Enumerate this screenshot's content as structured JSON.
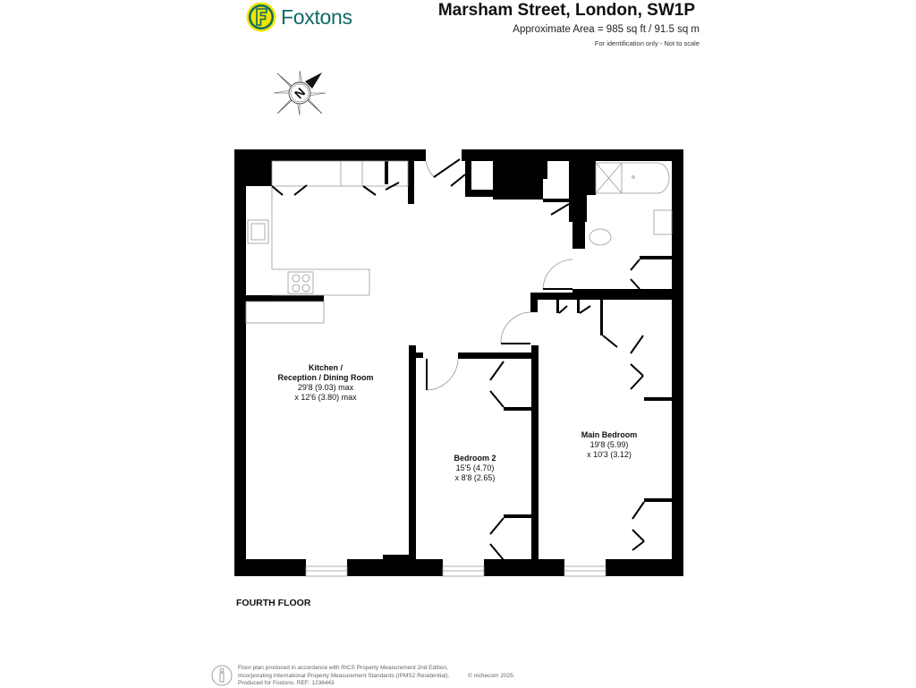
{
  "brand": {
    "logo_letter": "F",
    "name": "Foxtons",
    "colors": {
      "teal": "#0f6a63",
      "yellow": "#f2e500"
    }
  },
  "header": {
    "title": "Marsham Street, London, SW1P",
    "area": "Approximate Area = 985 sq ft / 91.5 sq m",
    "disclaimer": "For identification only - Not to scale"
  },
  "compass": {
    "label": "N",
    "icon": "compass-north-icon"
  },
  "rooms": [
    {
      "name_line1": "Kitchen /",
      "name_line2": "Reception / Dining Room",
      "dim1": "29'8 (9.03) max",
      "dim2": "x 12'6 (3.80) max"
    },
    {
      "name_line1": "Bedroom 2",
      "dim1": "15'5 (4.70)",
      "dim2": "x 8'8 (2.65)"
    },
    {
      "name_line1": "Main Bedroom",
      "dim1": "19'8 (5.99)",
      "dim2": "x 10'3 (3.12)"
    }
  ],
  "floor": {
    "label": "FOURTH FLOOR"
  },
  "footer": {
    "line1": "Floor plan produced in accordance with RICS Property Measurement 2nd Edition,",
    "line2": "Incorporating International Property Measurement Standards (IPMS2 Residential).",
    "line3": "Produced for Foxtons.   REF: 1236443",
    "copyright": "© nichecom 2025."
  }
}
